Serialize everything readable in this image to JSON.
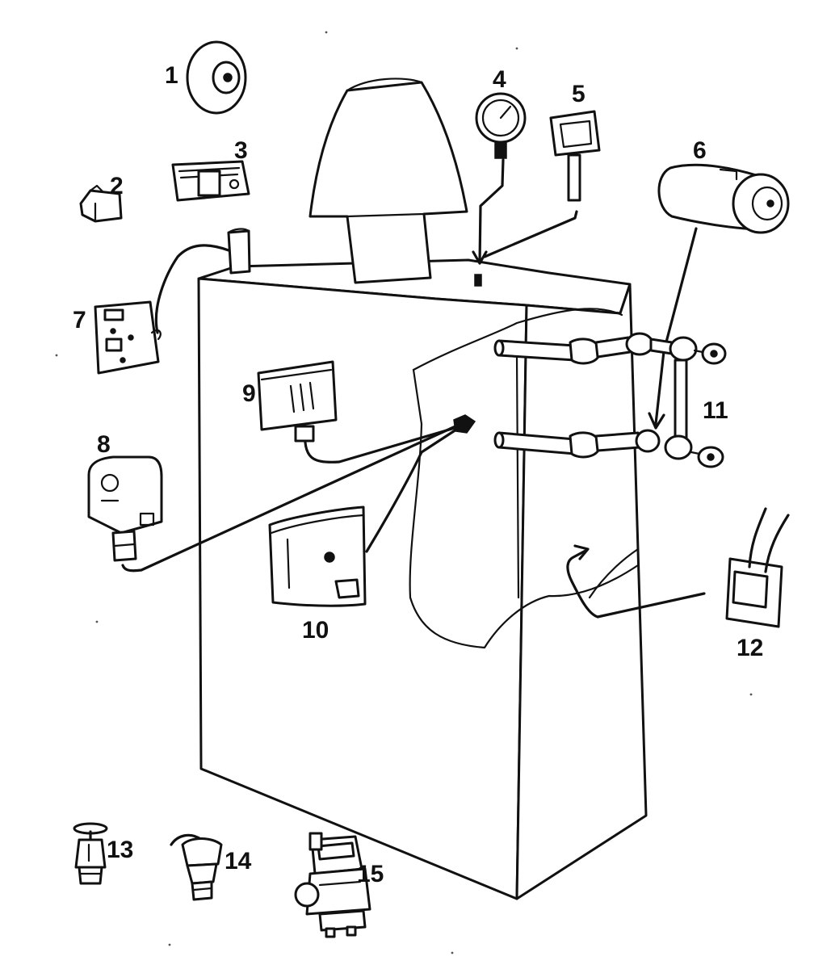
{
  "diagram": {
    "ink_color": "#111111",
    "background_color": "#ffffff",
    "callouts": [
      {
        "id": "c1",
        "label": "1"
      },
      {
        "id": "c2",
        "label": "2"
      },
      {
        "id": "c3",
        "label": "3"
      },
      {
        "id": "c4",
        "label": "4"
      },
      {
        "id": "c5",
        "label": "5"
      },
      {
        "id": "c6",
        "label": "6"
      },
      {
        "id": "c7",
        "label": "7"
      },
      {
        "id": "c8",
        "label": "8"
      },
      {
        "id": "c9",
        "label": "9"
      },
      {
        "id": "c10",
        "label": "10"
      },
      {
        "id": "c11",
        "label": "11"
      },
      {
        "id": "c12",
        "label": "12"
      },
      {
        "id": "c13",
        "label": "13"
      },
      {
        "id": "c14",
        "label": "14"
      },
      {
        "id": "c15",
        "label": "15"
      }
    ]
  }
}
